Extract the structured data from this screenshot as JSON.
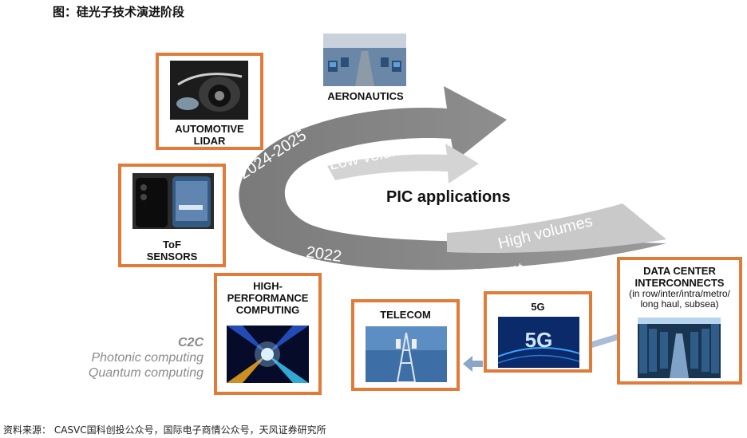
{
  "title": "图：硅光子技术演进阶段",
  "center_label": "PIC applications",
  "arrow_labels": {
    "year_top": "2024-2025",
    "low": "Low volumes",
    "high": "High volumes",
    "year_bottom": "2022",
    "current": "Current"
  },
  "aeronautics": {
    "label": "AERONAUTICS"
  },
  "automotive": {
    "line1": "AUTOMOTIVE",
    "line2": "LIDAR"
  },
  "tof": {
    "line1": "ToF",
    "line2": "SENSORS"
  },
  "hpc": {
    "line1": "HIGH-",
    "line2": "PERFORMANCE",
    "line3": "COMPUTING"
  },
  "telecom": {
    "label": "TELECOM"
  },
  "fiveg": {
    "label": "5G",
    "image_text": "5G"
  },
  "datacenter": {
    "line1": "DATA CENTER",
    "line2": "INTERCONNECTS",
    "sub1": "(in row/inter/intra/metro/",
    "sub2": "long haul, subsea)"
  },
  "c2c": {
    "heading": "C2C",
    "line1": "Photonic computing",
    "line2": "Quantum computing"
  },
  "source": "资料来源： CASVC国科创投公众号，国际电子商情公众号，天风证券研究所",
  "colors": {
    "accent": "#e07b39",
    "arrow_dark": "#8c8c8c",
    "arrow_light": "#cfcfcf"
  }
}
